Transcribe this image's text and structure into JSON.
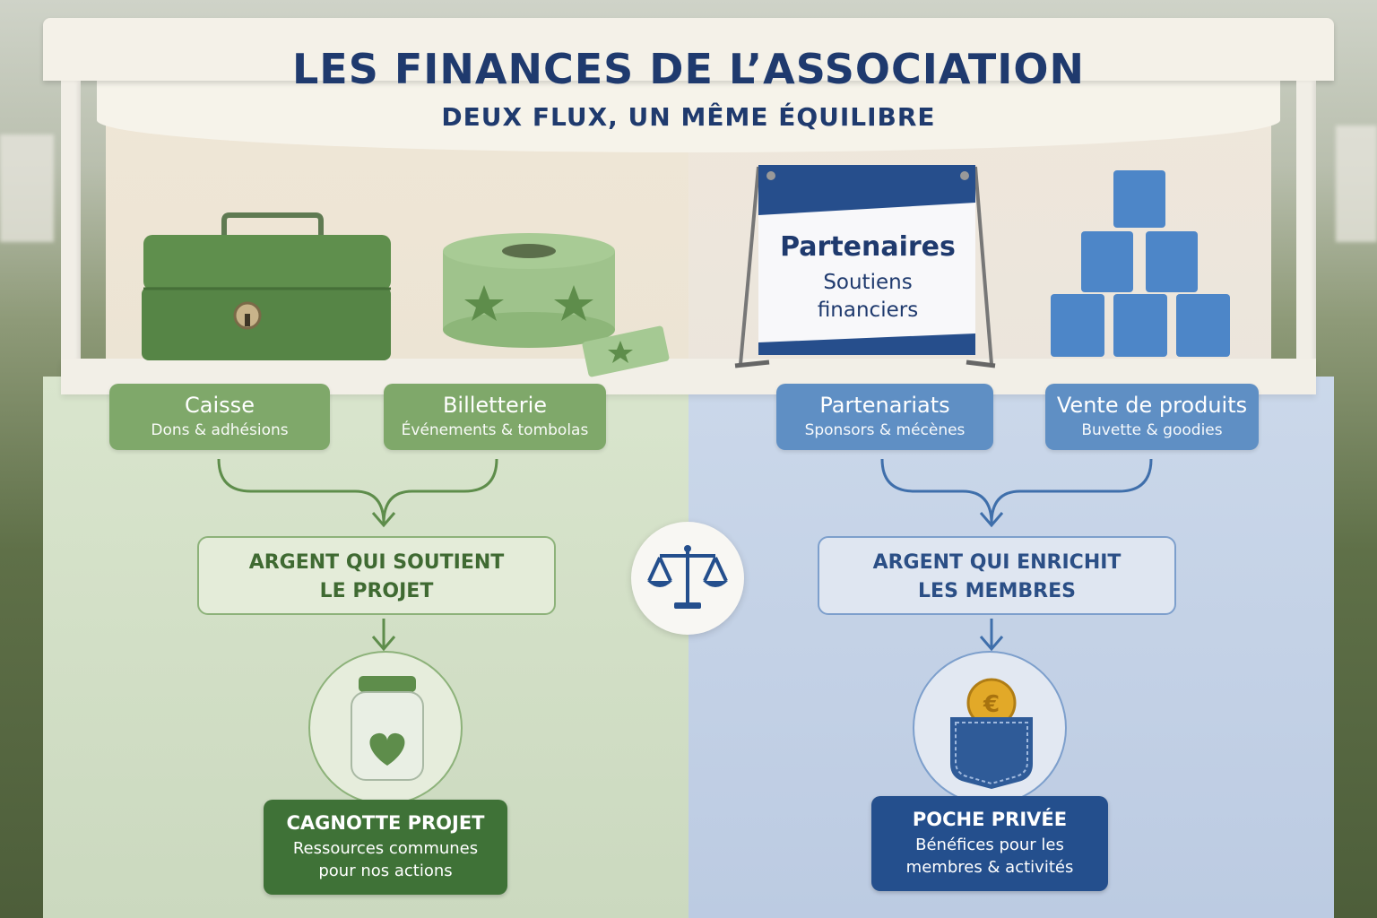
{
  "header": {
    "title": "LES FINANCES DE L’ASSOCIATION",
    "subtitle": "DEUX FLUX, UN MÊME ÉQUILIBRE"
  },
  "banner": {
    "title": "Partenaires",
    "subtitle_line1": "Soutiens",
    "subtitle_line2": "financiers"
  },
  "left_flow": {
    "accent": "#3f7237",
    "sources": [
      {
        "title": "Caisse",
        "detail": "Dons & adhésions"
      },
      {
        "title": "Billetterie",
        "detail": "Événements & tombolas"
      }
    ],
    "middle_line1": "ARGENT QUI SOUTIENT",
    "middle_line2": "LE PROJET",
    "result_title": "CAGNOTTE PROJET",
    "result_line1": "Ressources communes",
    "result_line2": "pour nos actions",
    "result_icon": "jar-heart-icon"
  },
  "right_flow": {
    "accent": "#244f8d",
    "sources": [
      {
        "title": "Partenariats",
        "detail": "Sponsors & mécènes"
      },
      {
        "title": "Vente de produits",
        "detail": "Buvette & goodies"
      }
    ],
    "middle_line1": "ARGENT QUI ENRICHIT",
    "middle_line2": "LES MEMBRES",
    "result_title": "POCHE PRIVÉE",
    "result_line1": "Bénéfices pour les",
    "result_line2": "membres & activités",
    "result_icon": "pocket-coin-icon"
  },
  "center_icon": "balance-scale-icon"
}
